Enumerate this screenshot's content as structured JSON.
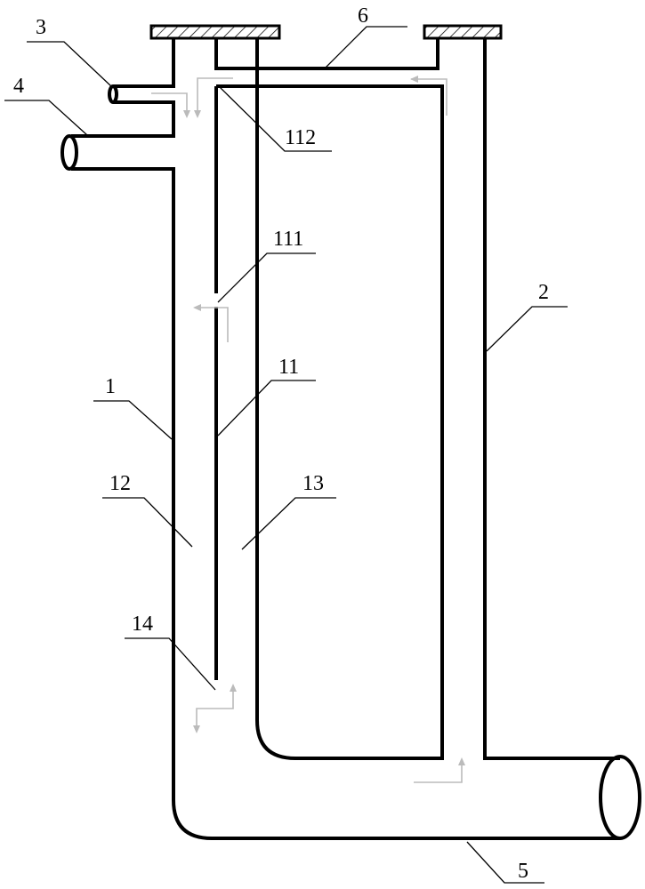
{
  "labels": {
    "l1": "1",
    "l2": "2",
    "l3": "3",
    "l4": "4",
    "l5": "5",
    "l6": "6",
    "l11": "11",
    "l12": "12",
    "l13": "13",
    "l14": "14",
    "l111": "111",
    "l112": "112"
  }
}
